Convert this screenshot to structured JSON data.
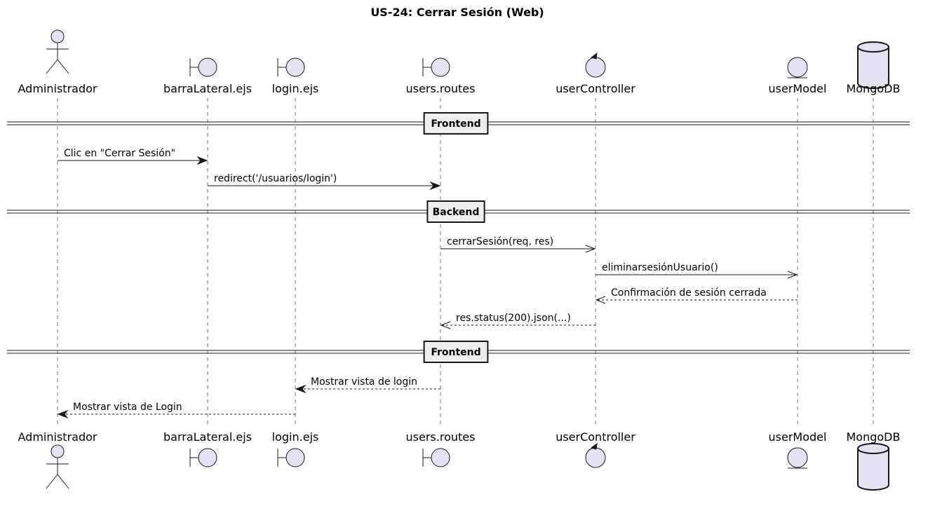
{
  "title": "US-24: Cerrar Sesión (Web)",
  "participants": [
    {
      "id": "admin",
      "label": "Administrador",
      "type": "actor"
    },
    {
      "id": "barra",
      "label": "barraLateral.ejs",
      "type": "boundary"
    },
    {
      "id": "login",
      "label": "login.ejs",
      "type": "boundary"
    },
    {
      "id": "routes",
      "label": "users.routes",
      "type": "boundary"
    },
    {
      "id": "controller",
      "label": "userController",
      "type": "control"
    },
    {
      "id": "model",
      "label": "userModel",
      "type": "entity"
    },
    {
      "id": "mongo",
      "label": "MongoDB",
      "type": "database"
    }
  ],
  "dividers": [
    "Frontend",
    "Backend",
    "Frontend"
  ],
  "messages": [
    {
      "from": "admin",
      "to": "barra",
      "label": "Clic en \"Cerrar Sesión\"",
      "style": "sync"
    },
    {
      "from": "barra",
      "to": "routes",
      "label": "redirect('/usuarios/login')",
      "style": "sync"
    },
    {
      "from": "routes",
      "to": "controller",
      "label": "cerrarSesión(req, res)",
      "style": "async"
    },
    {
      "from": "controller",
      "to": "model",
      "label": "eliminarsesiónUsuario()",
      "style": "async"
    },
    {
      "from": "model",
      "to": "controller",
      "label": "Confirmación de sesión cerrada",
      "style": "return"
    },
    {
      "from": "controller",
      "to": "routes",
      "label": "res.status(200).json(...)",
      "style": "return"
    },
    {
      "from": "routes",
      "to": "login",
      "label": "Mostrar vista de login",
      "style": "return-filled"
    },
    {
      "from": "login",
      "to": "admin",
      "label": "Mostrar vista de Login",
      "style": "return-filled"
    }
  ],
  "colors": {
    "shape_fill": "#e2e2f0",
    "shape_stroke": "#181818",
    "divider_fill": "#eeeeee",
    "lifeline": "#181818"
  }
}
